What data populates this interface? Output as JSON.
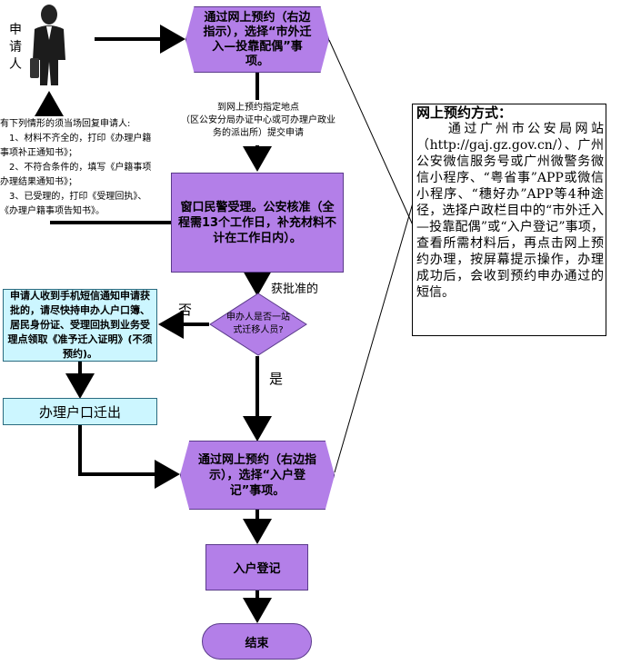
{
  "applicant_label": "申\n请\n人",
  "step1": "通过网上预约（右边指示），选择“市外迁入—投靠配偶”事项。",
  "note_apply": "到网上预约指定地点\n（区公安分局办证中心或可办理户政业务的派出所）提交申请",
  "left_note": "有下列情形的须当场回复申请人:\n　1、材料不齐全的，打印《办理户籍事项补正通知书》；\n　2、不符合条件的，填写《户籍事项办理结果通知书》；\n　3、已受理的，打印《受理回执》、《办理户籍事项告知书》。",
  "step2": "窗口民警受理。公安核准（全程需13个工作日，补充材料不计在工作日内）。",
  "approved_label": "获批准的",
  "decision": "申办人是否一站式迁移人员?",
  "no_label": "否",
  "yes_label": "是",
  "sms_box": "申请人收到手机短信通知申请获批的，请尽快持申办人户口簿、居民身份证、受理回执到业务受理点领取《准予迁入证明》(不须预约)。",
  "move_out": "办理户口迁出",
  "step3": "通过网上预约（右边指示），选择“入户登记”事项。",
  "register": "入户登记",
  "end": "结束",
  "side_title": "网上预约方式：",
  "side_body": "　　通过广州市公安局网站（http://gaj.gz.gov.cn/）、广州公安微信服务号或广州微警务微信小程序、“粤省事”APP或微信小程序、“穗好办”APP等4种途径，选择户政栏目中的“市外迁入—投靠配偶”或“入户登记”事项，查看所需材料后，再点击网上预约办理，按屏幕提示操作，办理成功后，会收到预约申办通过的短信。",
  "colors": {
    "purple": "#b37fe8",
    "cyan": "#ccf6ff",
    "line": "#000000"
  }
}
